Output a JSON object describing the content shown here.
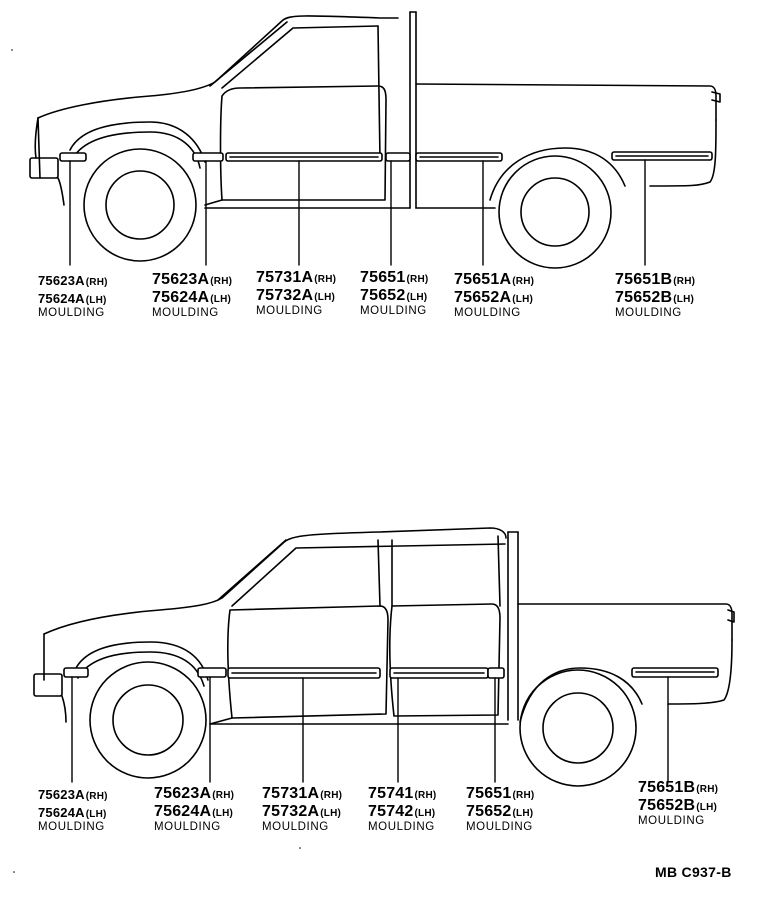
{
  "diagram_code": "MB C937-B",
  "views": [
    {
      "name": "regular-cab",
      "callouts": [
        {
          "rh": "75623A",
          "lh": "75624A",
          "rh_tag": "(RH)",
          "lh_tag": "(LH)",
          "name": "MOULDING"
        },
        {
          "rh": "75623A",
          "lh": "75624A",
          "rh_tag": "(RH)",
          "lh_tag": "(LH)",
          "name": "MOULDING"
        },
        {
          "rh": "75731A",
          "lh": "75732A",
          "rh_tag": "(RH)",
          "lh_tag": "(LH)",
          "name": "MOULDING"
        },
        {
          "rh": "75651",
          "lh": "75652",
          "rh_tag": "(RH)",
          "lh_tag": "(LH)",
          "name": "MOULDING"
        },
        {
          "rh": "75651A",
          "lh": "75652A",
          "rh_tag": "(RH)",
          "lh_tag": "(LH)",
          "name": "MOULDING"
        },
        {
          "rh": "75651B",
          "lh": "75652B",
          "rh_tag": "(RH)",
          "lh_tag": "(LH)",
          "name": "MOULDING"
        }
      ]
    },
    {
      "name": "double-cab",
      "callouts": [
        {
          "rh": "75623A",
          "lh": "75624A",
          "rh_tag": "(RH)",
          "lh_tag": "(LH)",
          "name": "MOULDING"
        },
        {
          "rh": "75623A",
          "lh": "75624A",
          "rh_tag": "(RH)",
          "lh_tag": "(LH)",
          "name": "MOULDING"
        },
        {
          "rh": "75731A",
          "lh": "75732A",
          "rh_tag": "(RH)",
          "lh_tag": "(LH)",
          "name": "MOULDING"
        },
        {
          "rh": "75741",
          "lh": "75742",
          "rh_tag": "(RH)",
          "lh_tag": "(LH)",
          "name": "MOULDING"
        },
        {
          "rh": "75651",
          "lh": "75652",
          "rh_tag": "(RH)",
          "lh_tag": "(LH)",
          "name": "MOULDING"
        },
        {
          "rh": "75651B",
          "lh": "75652B",
          "rh_tag": "(RH)",
          "lh_tag": "(LH)",
          "name": "MOULDING"
        }
      ]
    }
  ]
}
